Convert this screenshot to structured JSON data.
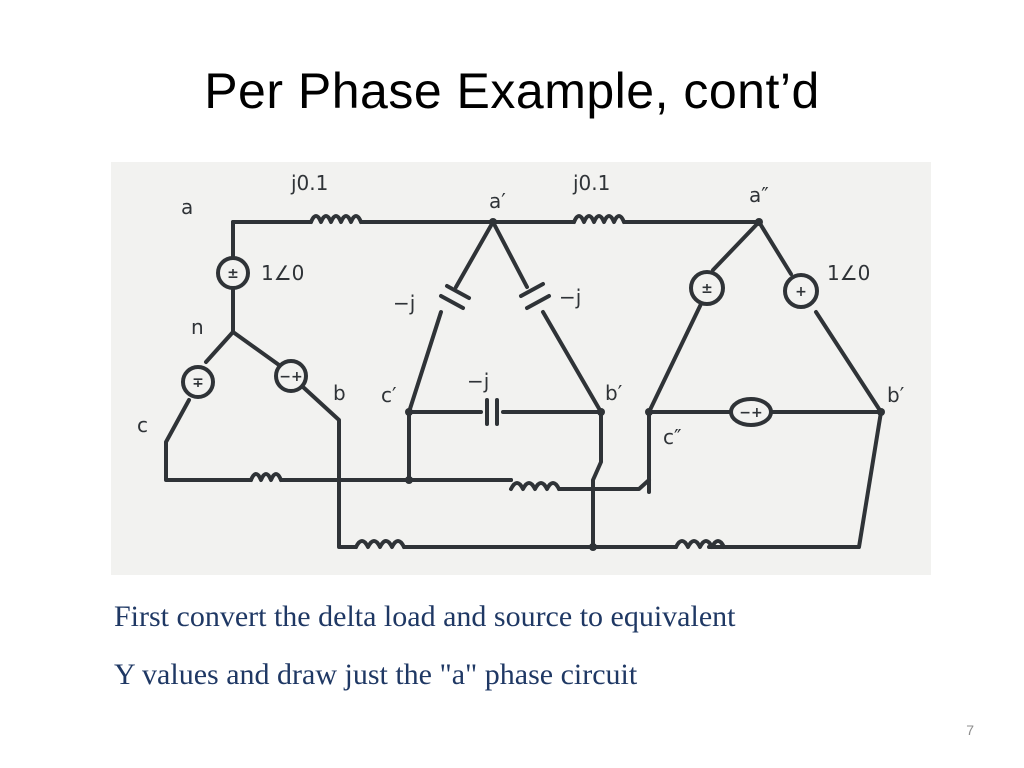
{
  "slide": {
    "title": "Per Phase Example, cont’d",
    "caption_line1": "First convert the delta load and source to equivalent",
    "caption_line2": "Y values and draw just the \"a\" phase circuit",
    "page_number": "7"
  },
  "diagram": {
    "labels": {
      "a": "a",
      "a_prime": "a′",
      "a_double": "a″",
      "n": "n",
      "b": "b",
      "c": "c",
      "b_prime": "b′",
      "c_prime": "c′",
      "b_double": "b′",
      "c_double": "c″",
      "line_z1": "j0.1",
      "line_z2": "j0.1",
      "cap_left": "−j",
      "cap_right": "−j",
      "cap_bottom": "−j",
      "src_left_mag": "1∠0",
      "src_right_mag": "1∠0"
    },
    "colors": {
      "ink": "#2f3337",
      "caption": "#1f3864"
    }
  }
}
